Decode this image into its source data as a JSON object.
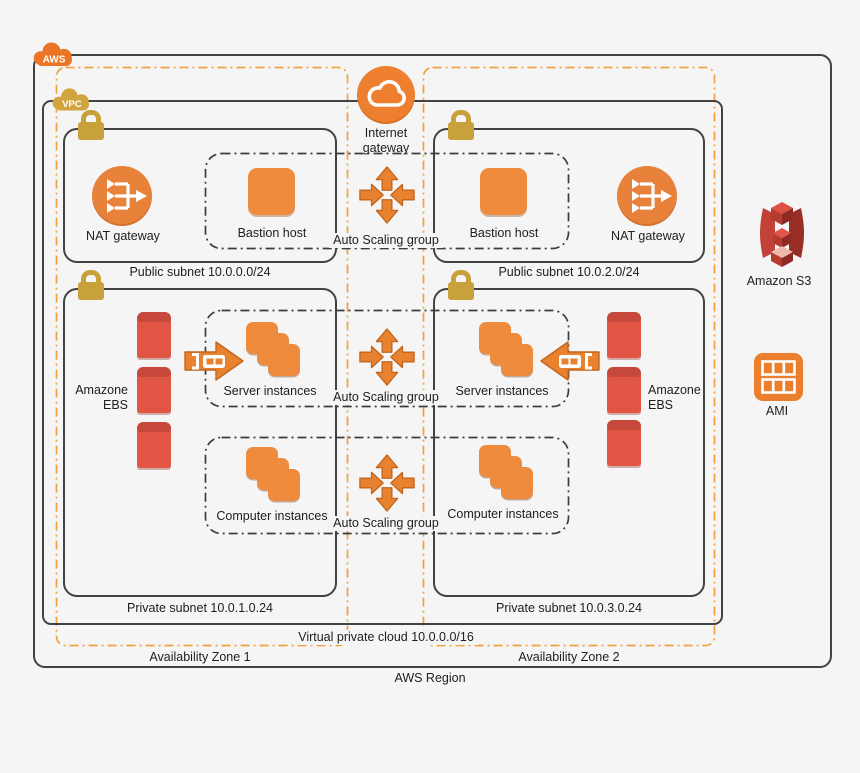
{
  "region": {
    "badge": "AWS",
    "label": "AWS Region"
  },
  "vpc": {
    "badge": "VPC",
    "label": "Virtual private cloud 10.0.0.0/16"
  },
  "zones": [
    {
      "label": "Availability Zone 1"
    },
    {
      "label": "Availability Zone 2"
    }
  ],
  "internet_gateway": {
    "line1": "Internet",
    "line2": "gateway"
  },
  "subnets": [
    {
      "name": "public-subnet-az1",
      "label": "Public subnet 10.0.0.0/24"
    },
    {
      "name": "public-subnet-az2",
      "label": "Public subnet 10.0.2.0/24"
    },
    {
      "name": "private-subnet-az1",
      "label": "Private subnet 10.0.1.0.24"
    },
    {
      "name": "private-subnet-az2",
      "label": "Private subnet 10.0.3.0.24"
    }
  ],
  "auto_scaling": {
    "label": "Auto Scaling group"
  },
  "nodes": {
    "nat_gateway": "NAT gateway",
    "bastion_host": "Bastion host",
    "server_instances": "Server instances",
    "computer_instances": "Computer instances",
    "ebs": {
      "line1": "Amazone",
      "line2": "EBS"
    },
    "s3": "Amazon S3",
    "ami": "AMI"
  },
  "colors": {
    "aws_orange": "#EB7E2F",
    "instance_orange": "#EF8B3D",
    "az_dash_orange": "#F2A13E",
    "gold": "#C9A13B",
    "ebs_red": "#E15544",
    "s3_red": "#C2423A",
    "border_dark": "#424242",
    "background": "#f5f5f5"
  }
}
